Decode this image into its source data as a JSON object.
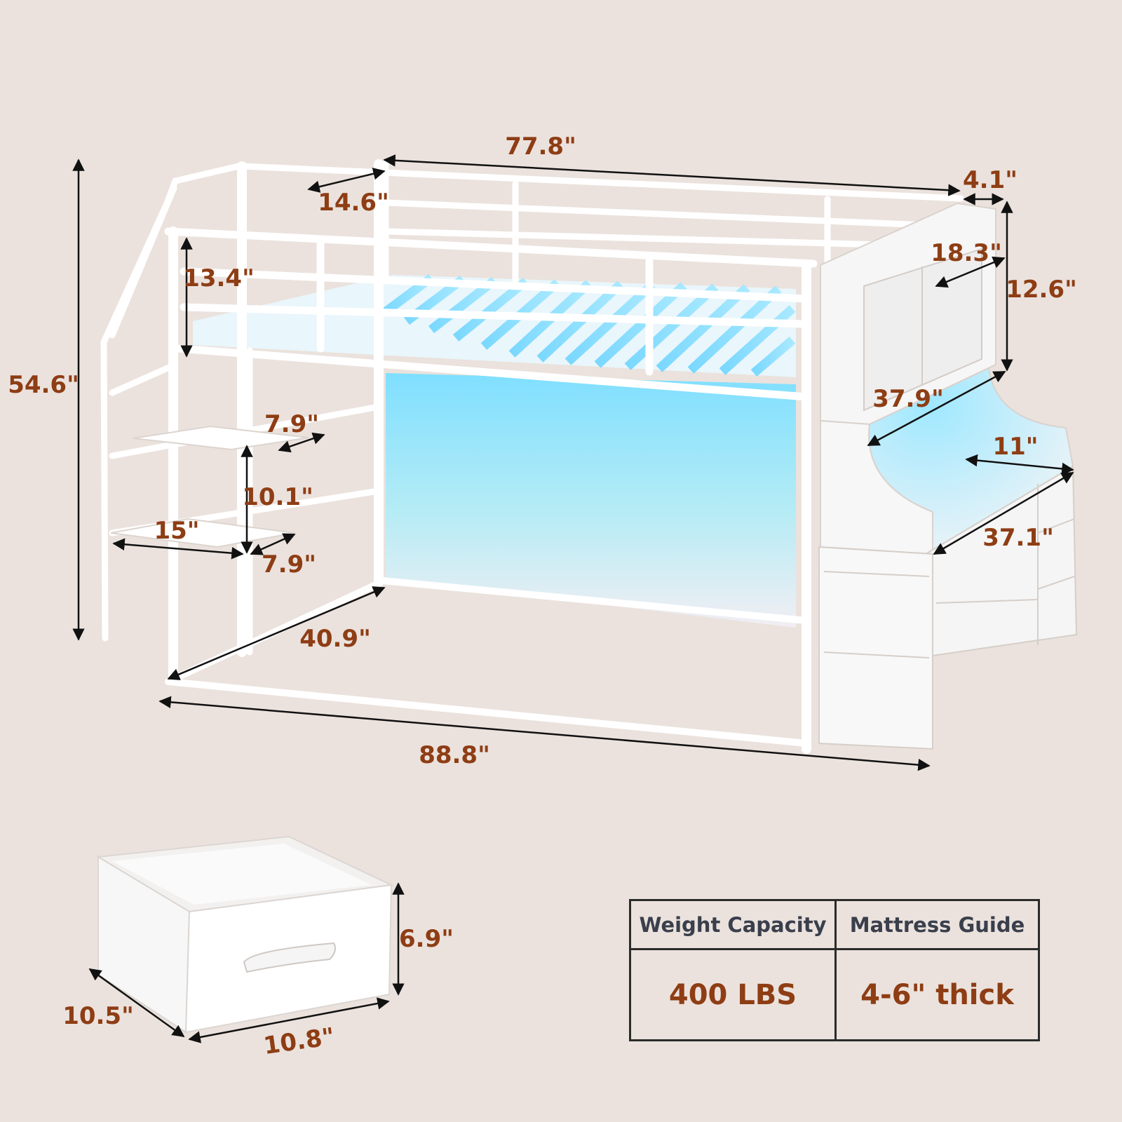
{
  "dimensions": {
    "overall_length": "77.8\"",
    "top_shelf_depth": "4.1\"",
    "stair_platform_width": "14.6\"",
    "guardrail_height": "13.4\"",
    "overall_height": "54.6\"",
    "shelf_height": "18.3\"",
    "shelf_section_height": "12.6\"",
    "desk_length": "37.9\"",
    "desk_depth": "11\"",
    "cabinet_length": "37.1\"",
    "upper_step_depth": "7.9\"",
    "step_rise": "10.1\"",
    "step_width": "15\"",
    "lower_step_depth": "7.9\"",
    "bed_width": "40.9\"",
    "total_length": "88.8\""
  },
  "drawer_dimensions": {
    "height": "6.9\"",
    "depth": "10.5\"",
    "width": "10.8\""
  },
  "specs_table": {
    "headers": [
      "Weight Capacity",
      "Mattress Guide"
    ],
    "values": [
      "400 LBS",
      "4-6\" thick"
    ]
  },
  "colors": {
    "background": "#ebe2dd",
    "dimension_text": "#8e3d14",
    "header_text": "#3a3f4c",
    "led_glow": "#7fe3ff"
  }
}
